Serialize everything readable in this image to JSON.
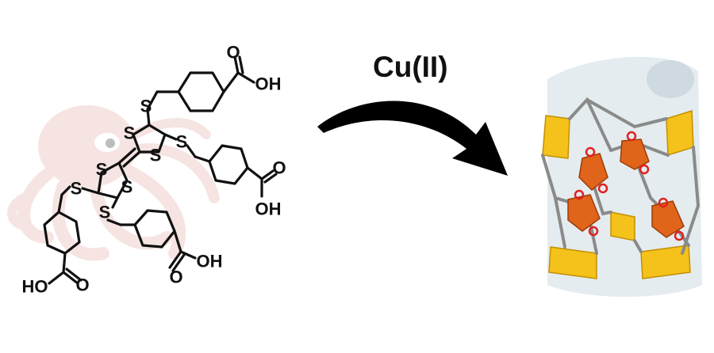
{
  "reagent_label": "Cu(II)",
  "molecule": {
    "sulfur": "S",
    "carboxylic_acid_upper": "OH",
    "carboxylic_acid_right": "OH",
    "carboxylic_acid_lower": "OH",
    "carboxylic_acid_left": "HO",
    "oxygen": "O"
  },
  "colors": {
    "bond": "#111111",
    "arrow": "#000000",
    "octopus_watermark": "#e8b4ae",
    "cu_polyhedron": "#e0641a",
    "ttf_plate": "#f4c21a",
    "framework_rod": "#8a8a8a",
    "oxygen_ring": "#e02020",
    "pore_cloud": "#d9e4e8"
  },
  "icons": {
    "background": "octopus-watermark",
    "reaction": "curved-arrow",
    "product": "mof-framework"
  }
}
